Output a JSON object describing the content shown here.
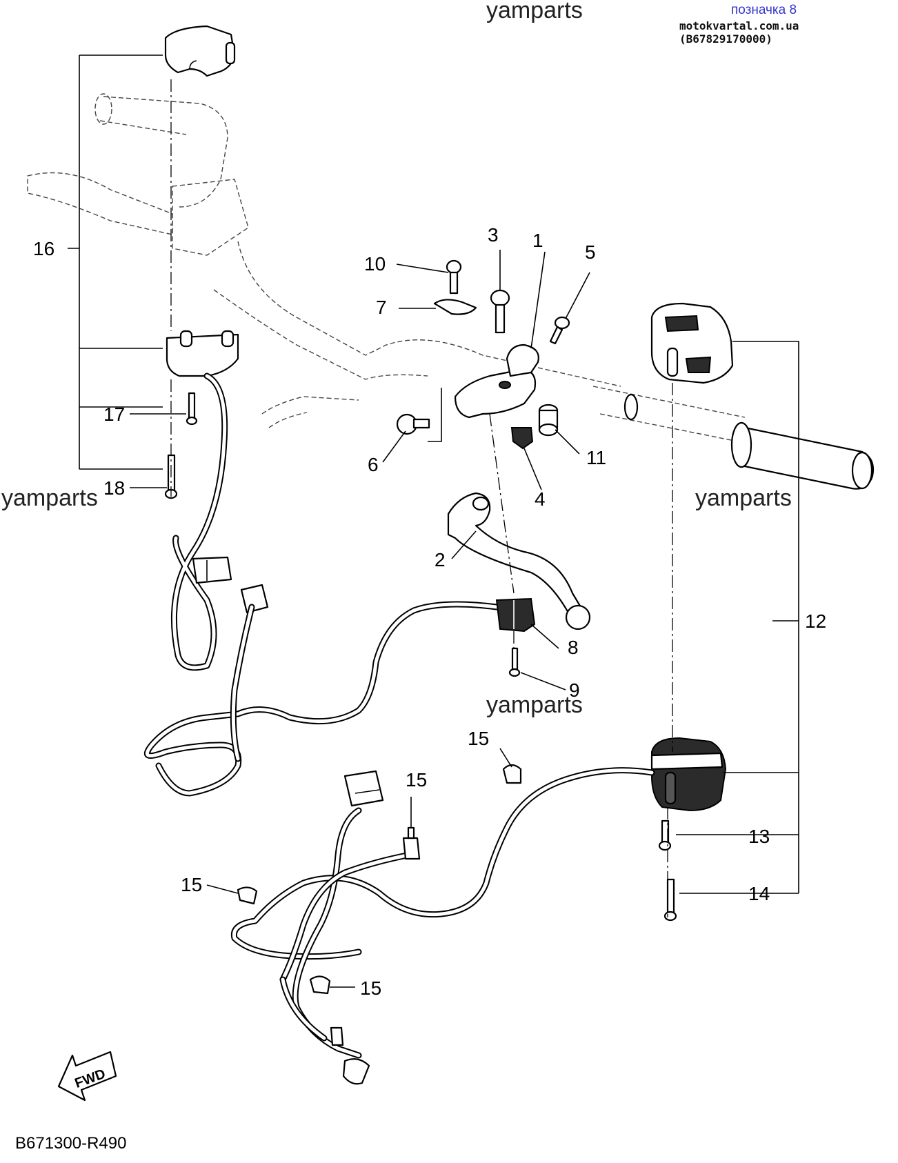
{
  "header": {
    "tag": "позначка 8",
    "site": "motokvartal.com.ua (B67829170000)"
  },
  "watermarks": [
    "yamparts",
    "yamparts",
    "yamparts",
    "yamparts"
  ],
  "callouts": {
    "c1": "1",
    "c2": "2",
    "c3": "3",
    "c4": "4",
    "c5": "5",
    "c6": "6",
    "c7": "7",
    "c8": "8",
    "c9": "9",
    "c10": "10",
    "c11": "11",
    "c12": "12",
    "c13": "13",
    "c14": "14",
    "c15a": "15",
    "c15b": "15",
    "c15c": "15",
    "c15d": "15",
    "c16": "16",
    "c17": "17",
    "c18": "18"
  },
  "fwd_label": "FWD",
  "diagram_code": "B671300-R490"
}
